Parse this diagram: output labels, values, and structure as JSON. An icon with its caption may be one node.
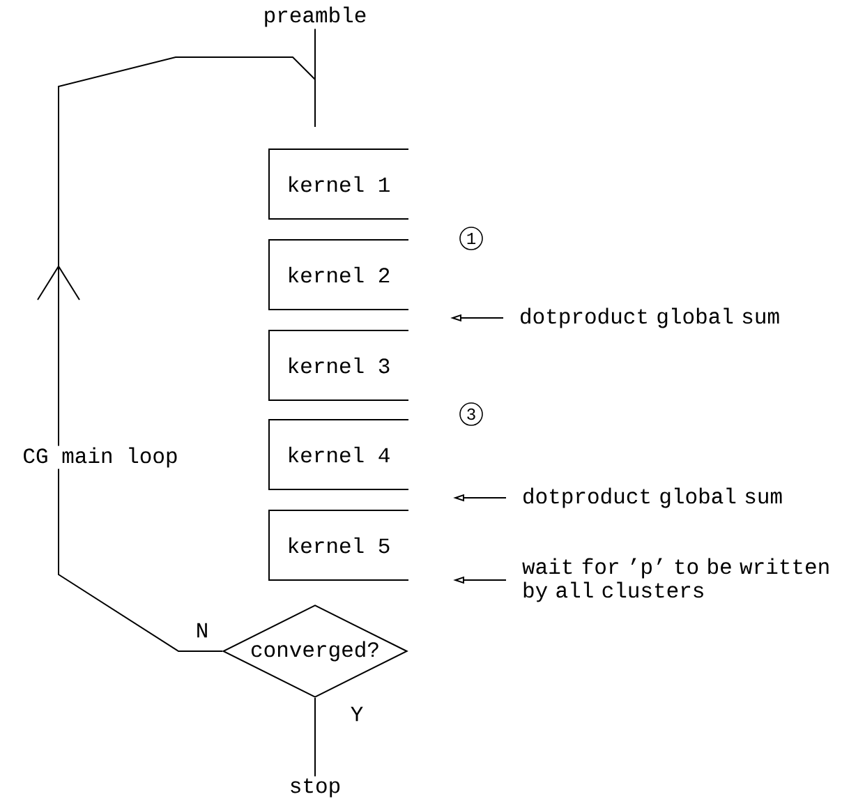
{
  "diagram": {
    "nodes": [
      {
        "text": [
          "preamble"
        ]
      },
      {
        "text": [
          "kernel 1"
        ]
      },
      {
        "text": [
          "1"
        ]
      },
      {
        "text": [
          "kernel 2"
        ]
      },
      {
        "text": [
          "dotproduct global sum"
        ]
      },
      {
        "text": [
          "kernel 3"
        ]
      },
      {
        "text": [
          "3"
        ]
      },
      {
        "text": [
          "kernel 4"
        ]
      },
      {
        "text": [
          "dotproduct global sum"
        ]
      },
      {
        "text": [
          "kernel 5"
        ]
      },
      {
        "text": [
          "wait for ’p’ to be written by all clusters"
        ]
      },
      {
        "text": [
          "converged?"
        ]
      },
      {
        "text": [
          "stop"
        ]
      }
    ],
    "edges": [
      {
        "from": 0,
        "to": 1,
        "arrow": "none"
      },
      {
        "from": 11,
        "to": 1,
        "arrow": "to",
        "label": "N"
      },
      {
        "from": 4,
        "to": null,
        "arrow": "to"
      },
      {
        "from": 8,
        "to": null,
        "arrow": "to"
      },
      {
        "from": 10,
        "to": null,
        "arrow": "to"
      },
      {
        "from": 11,
        "to": 12,
        "arrow": "none",
        "label": "Y"
      }
    ],
    "labels": [
      "CG main loop"
    ]
  }
}
